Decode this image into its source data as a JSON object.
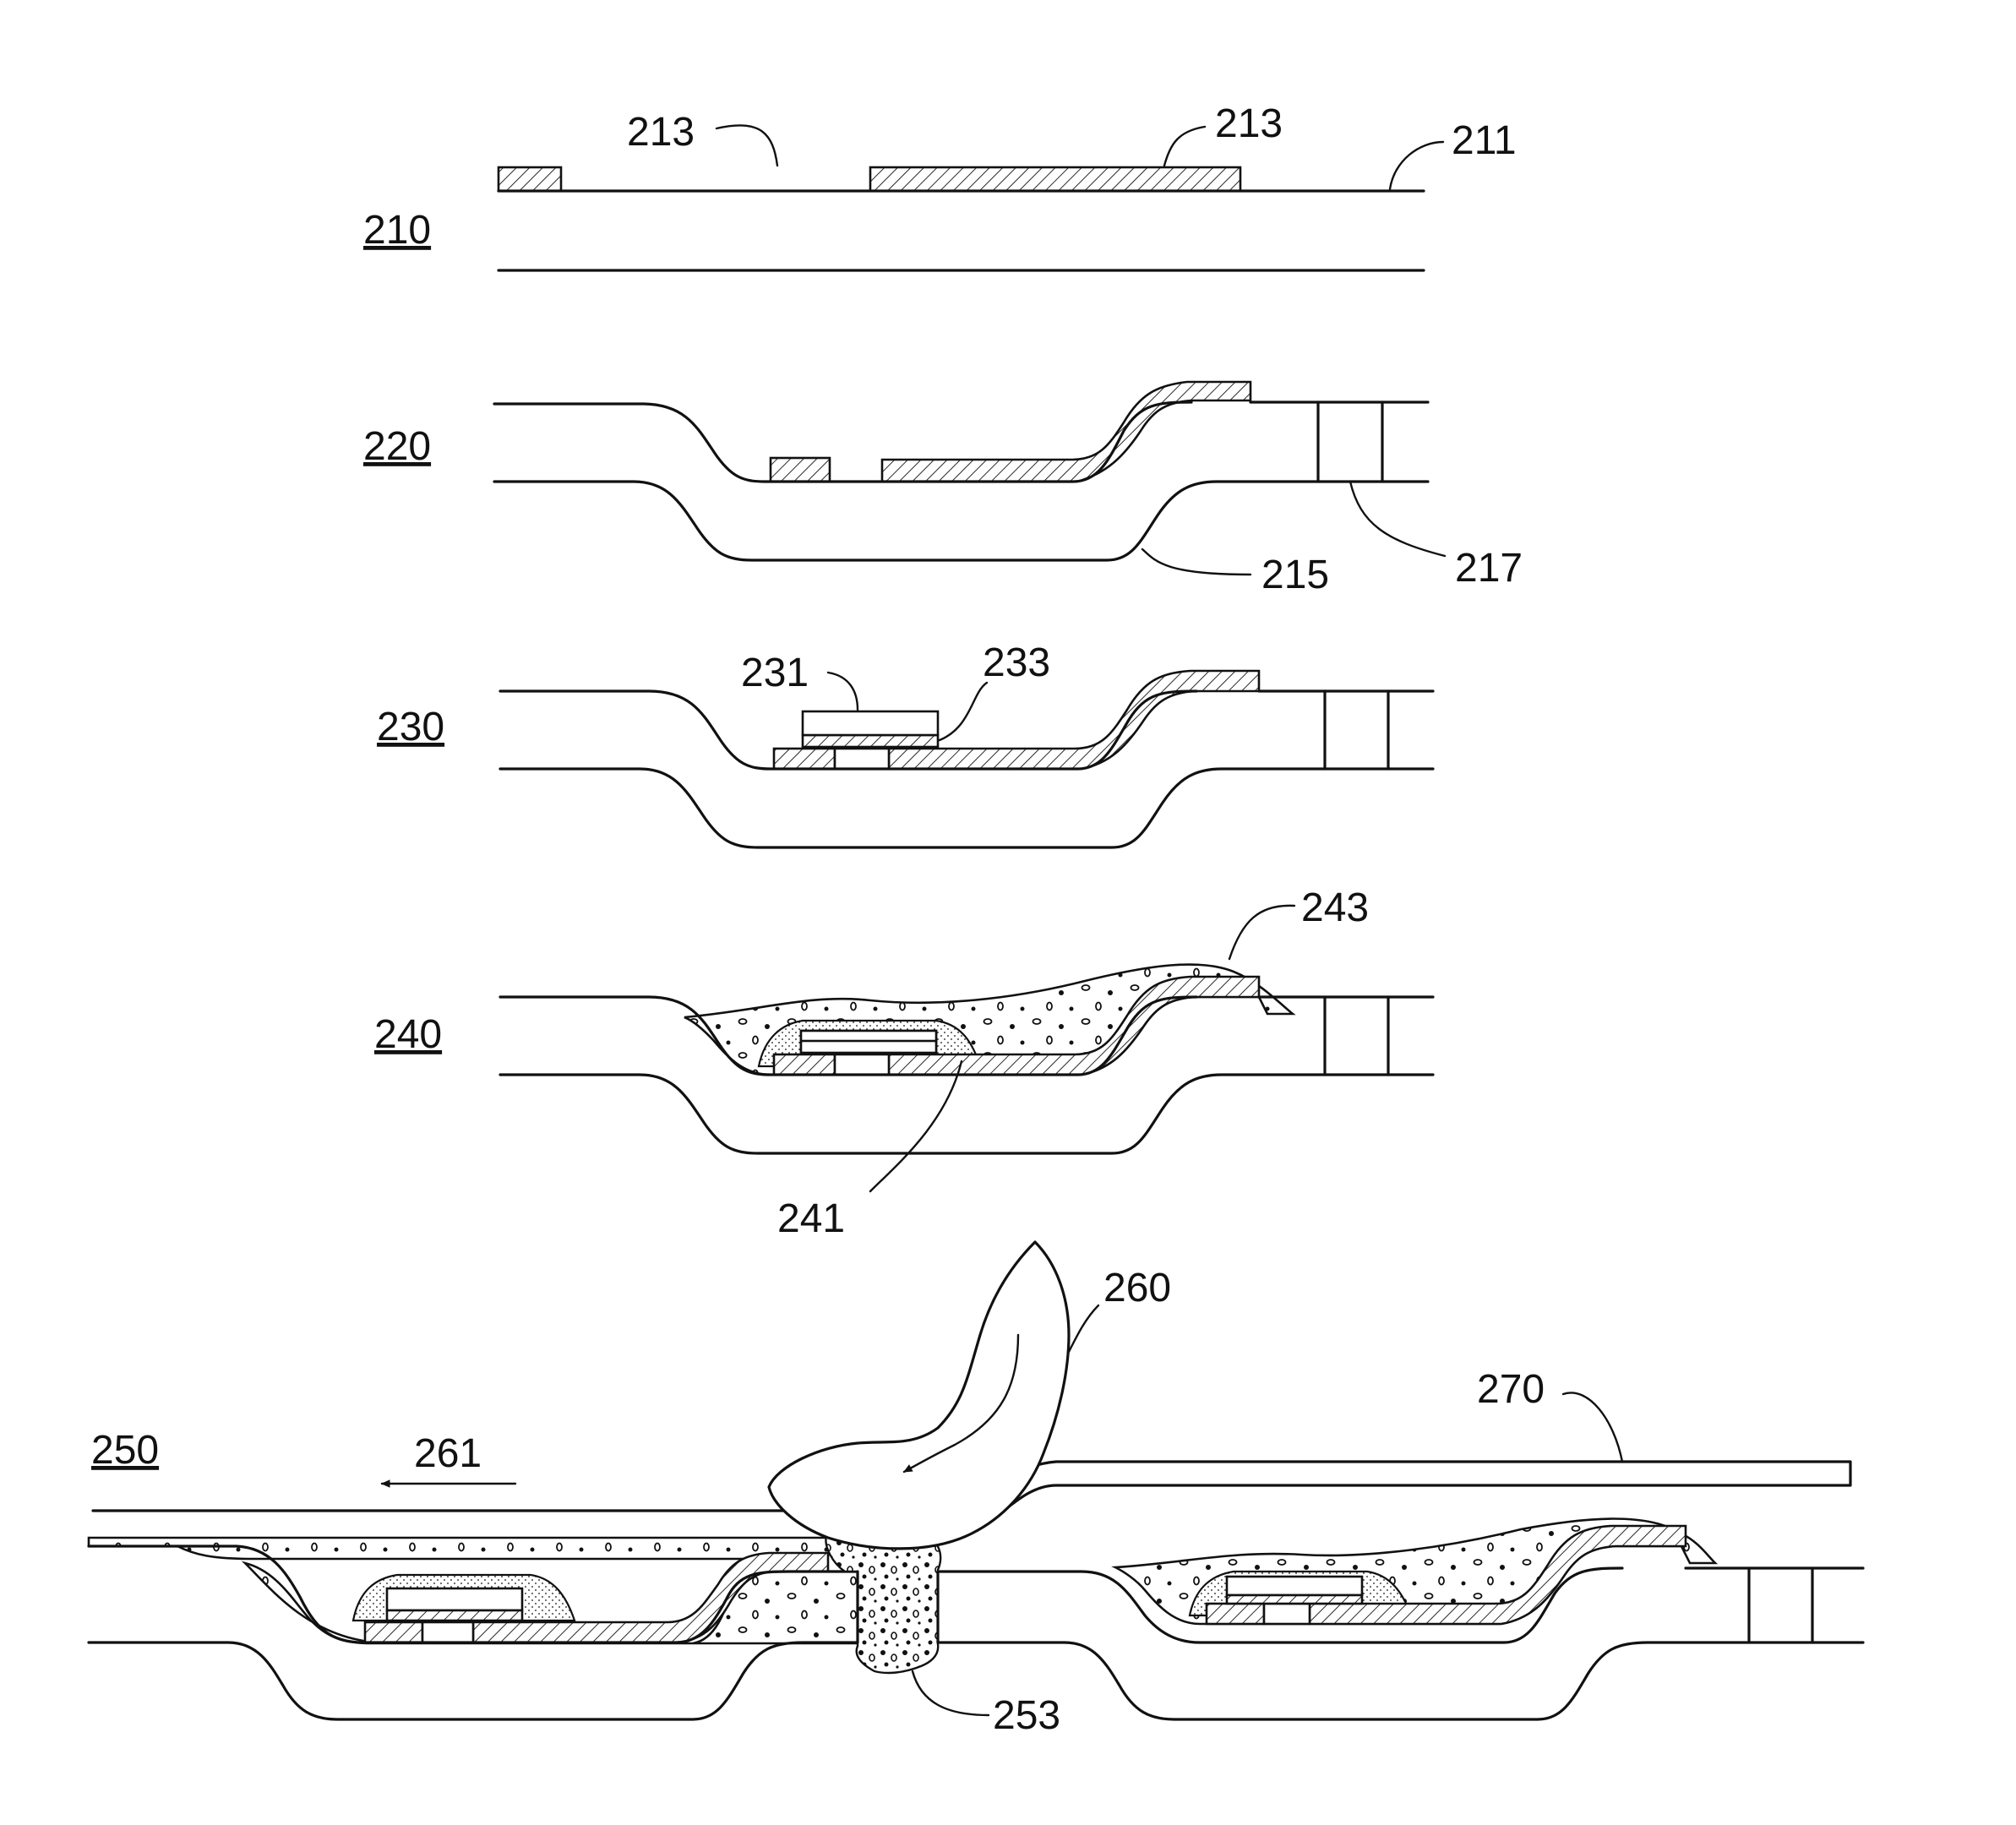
{
  "figure": {
    "step_labels": {
      "s210": "210",
      "s220": "220",
      "s230": "230",
      "s240": "240",
      "s250": "250"
    },
    "reference_numerals": {
      "r213a": "213",
      "r213b": "213",
      "r211": "211",
      "r215": "215",
      "r217": "217",
      "r231": "231",
      "r233": "233",
      "r243": "243",
      "r241": "241",
      "r260": "260",
      "r270": "270",
      "r261": "261",
      "r253": "253"
    },
    "colors": {
      "ink": "#111111",
      "background": "#ffffff"
    }
  }
}
